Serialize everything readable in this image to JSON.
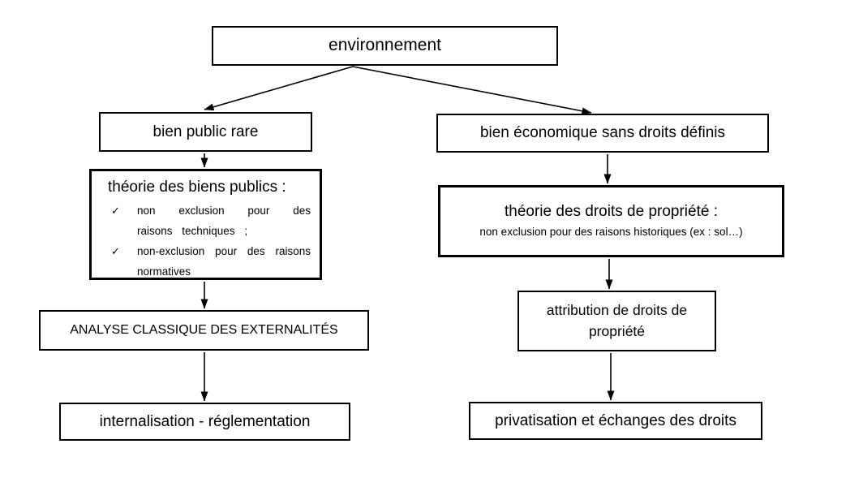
{
  "nodes": {
    "environnement": {
      "label": "environnement"
    },
    "bien_public_rare": {
      "label": "bien public rare"
    },
    "theorie_biens_publics": {
      "title": "théorie des biens publics :",
      "bullets": [
        "non exclusion pour des raisons techniques ;",
        "non-exclusion pour des raisons normatives"
      ]
    },
    "analyse_externalites": {
      "label": "ANALYSE CLASSIQUE DES EXTERNALITÉS"
    },
    "internalisation": {
      "label": "internalisation - réglementation"
    },
    "bien_economique": {
      "label": "bien économique sans droits définis"
    },
    "theorie_droits": {
      "title": "théorie des droits de propriété :",
      "subtitle": "non exclusion pour des raisons historiques (ex : sol…)"
    },
    "attribution": {
      "label": "attribution de droits de propriété"
    },
    "privatisation": {
      "label": "privatisation et échanges des droits"
    }
  },
  "icons": {
    "bullet_check": "✓"
  },
  "colors": {
    "box_fill": "#ffffff",
    "box_border": "#000000",
    "shadow_fill": "#c6c6c6",
    "shadow_grid": "#8f8f8f",
    "arrow": "#000000",
    "text": "#000000"
  }
}
